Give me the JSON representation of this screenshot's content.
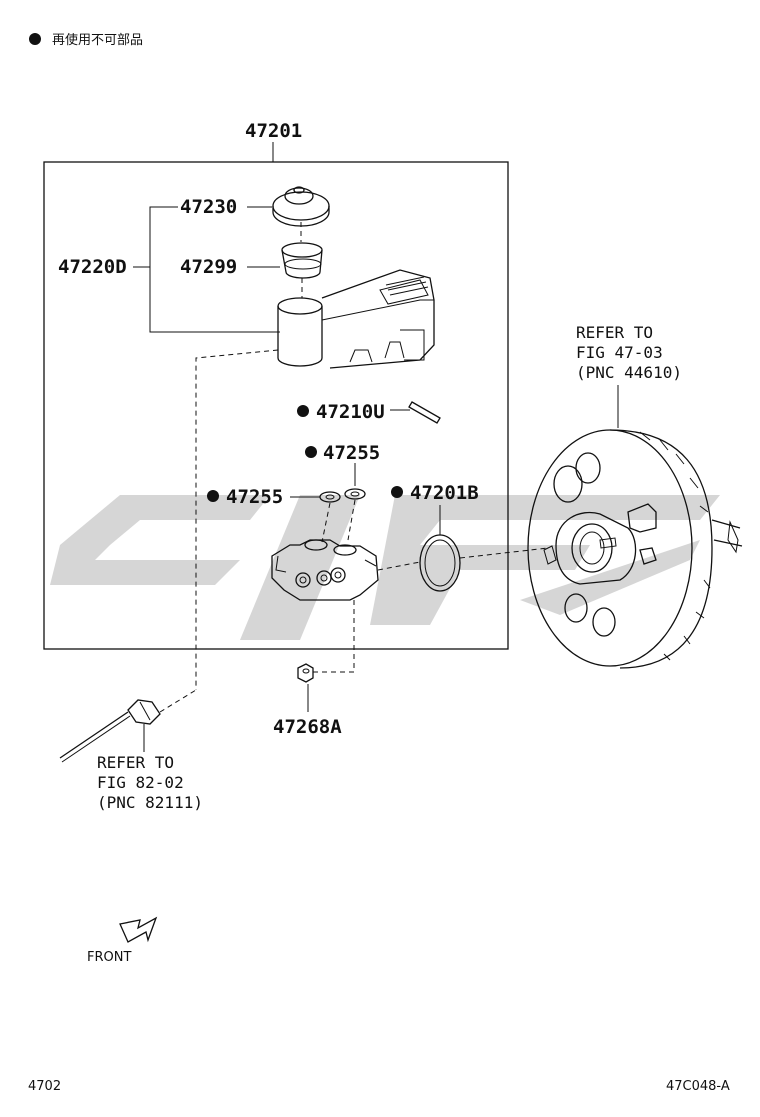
{
  "legend": {
    "bullet": "●",
    "text": "再使用不可部品"
  },
  "labels": {
    "assembly": "47201",
    "cap": "47230",
    "strainer": "47299",
    "reservoir_group": "47220D",
    "pin": "47210U",
    "grommet_top": "47255",
    "grommet_left": "47255",
    "o_ring": "47201B",
    "nut": "47268A"
  },
  "non_reusable_bullet": "●",
  "refs": {
    "booster": [
      "REFER TO",
      "FIG 47-03",
      "(PNC 44610)"
    ],
    "brake_tube": [
      "REFER TO",
      "FIG 82-02",
      "(PNC 82111)"
    ]
  },
  "front_label": "FRONT",
  "footer": {
    "page": "4702",
    "figure_code": "47C048-A"
  },
  "colors": {
    "line": "#111111",
    "watermark": "#cfcfcf"
  }
}
